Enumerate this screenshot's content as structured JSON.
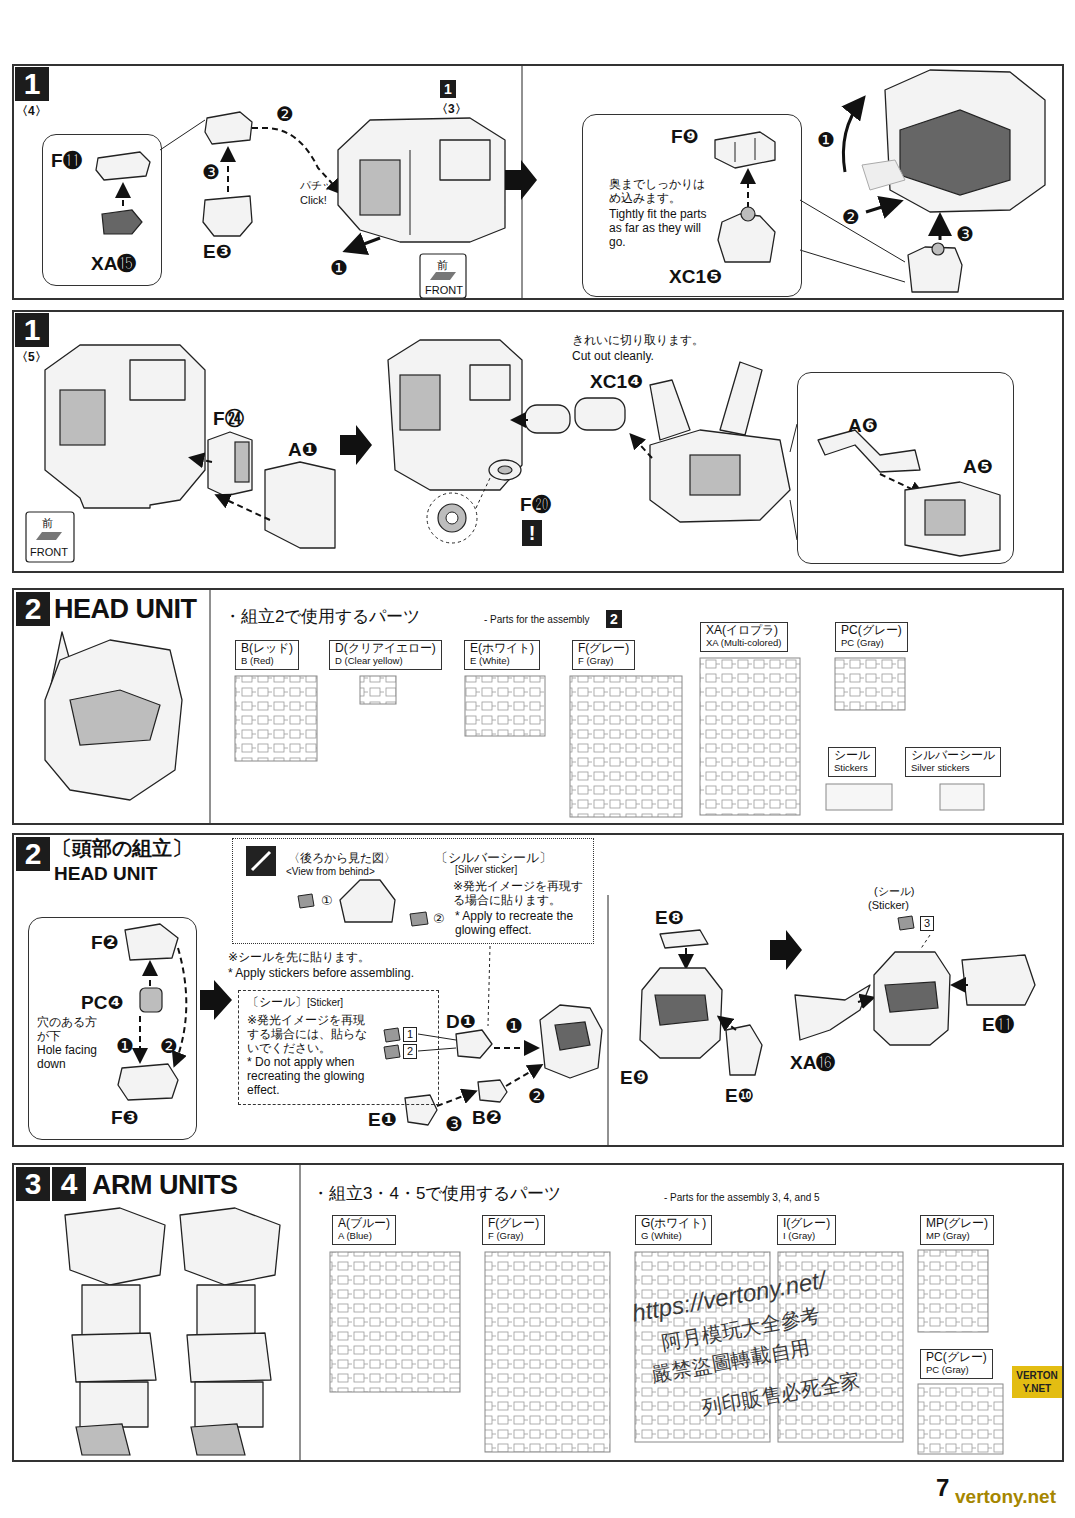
{
  "diagram": {
    "nodes": [
      {
        "text": [
          "1",
          "〈4〉"
        ]
      },
      {
        "text": [
          "F⓫",
          "XA⓯"
        ],
        "in": 0
      },
      {
        "text": [
          "F❾",
          "奥までしっかりはめ込みます。",
          "Tightly fit the parts as far as they will go.",
          "XC1❺"
        ],
        "in": 0
      },
      {
        "text": [
          "1",
          "〈5〉"
        ]
      },
      {
        "text": [
          "A❻",
          "A❺"
        ],
        "in": 3
      },
      {
        "text": [
          "2",
          "HEAD UNIT",
          "・組立2で使用するパーツ",
          "- Parts for the assembly",
          "2"
        ]
      },
      {
        "text": [
          "B(レッド)",
          "B (Red)"
        ],
        "in": 5
      },
      {
        "text": [
          "D(クリアイエロー)",
          "D (Clear yellow)"
        ],
        "in": 5
      },
      {
        "text": [
          "E(ホワイト)",
          "E (White)"
        ],
        "in": 5
      },
      {
        "text": [
          "F(グレー)",
          "F (Gray)"
        ],
        "in": 5
      },
      {
        "text": [
          "XA(イロプラ)",
          "XA (Multi-colored)"
        ],
        "in": 5
      },
      {
        "text": [
          "PC(グレー)",
          "PC (Gray)"
        ],
        "in": 5
      },
      {
        "text": [
          "シール",
          "Stickers"
        ],
        "in": 5
      },
      {
        "text": [
          "シルバーシール",
          "Silver stickers"
        ],
        "in": 5
      },
      {
        "text": [
          "2",
          "〔頭部の組立〕",
          "HEAD UNIT"
        ]
      },
      {
        "text": [
          "F❷",
          "PC❹",
          "穴のある方が下",
          "Hole facing down",
          "F❸"
        ],
        "in": 14
      },
      {
        "text": [
          "〈後ろから見た図〉",
          "<View from behind>",
          "①",
          "②",
          "〔シルバーシール〕",
          "[Silver sticker]",
          "※発光イメージを再現する場合に貼ります。",
          "* Apply to recreate the glowing effect."
        ],
        "in": 14
      },
      {
        "text": [
          "〔シール〕",
          "[Sticker]",
          "※発光イメージを再現する場合には、貼らないでください。",
          "* Do not apply when recreating the glowing effect.",
          "1",
          "2"
        ],
        "in": 14
      },
      {
        "text": [
          "3",
          "4",
          "ARM UNITS",
          "・組立3・4・5で使用するパーツ",
          "- Parts for the assembly 3, 4, and 5"
        ]
      },
      {
        "text": [
          "A(ブルー)",
          "A (Blue)"
        ],
        "in": 18
      },
      {
        "text": [
          "F(グレー)",
          "F (Gray)"
        ],
        "in": 18
      },
      {
        "text": [
          "G(ホワイト)",
          "G (White)"
        ],
        "in": 18
      },
      {
        "text": [
          "I(グレー)",
          "I (Gray)"
        ],
        "in": 18
      },
      {
        "text": [
          "MP(グレー)",
          "MP (Gray)"
        ],
        "in": 18
      },
      {
        "text": [
          "PC(グレー)",
          "PC (Gray)"
        ],
        "in": 18
      }
    ],
    "labels": [
      "E❸",
      "❸",
      "❷",
      "パチッ",
      "Click!",
      "1",
      "〈3〉",
      "❶",
      "前",
      "FRONT",
      "❶",
      "❷",
      "❸",
      "F㉔",
      "A❶",
      "前",
      "FRONT",
      "きれいに切り取ります。",
      "Cut out cleanly.",
      "XC1❹",
      "F⓴",
      "!",
      "❶",
      "❷",
      "※シールを先に貼ります。",
      "* Apply stickers before assembling.",
      "D❶",
      "❶",
      "❷",
      "E❶",
      "❸",
      "B❷",
      "E❽",
      "E❾",
      "E❿",
      "(シール)",
      "(Sticker)",
      "3",
      "XA⓰",
      "E⓫",
      "https://vertony.net/",
      "阿月模玩大全參考",
      "嚴禁盜圖轉載自用",
      "列印販售必死全家",
      "VERTONY.NET",
      "7",
      "vertony.net"
    ]
  }
}
